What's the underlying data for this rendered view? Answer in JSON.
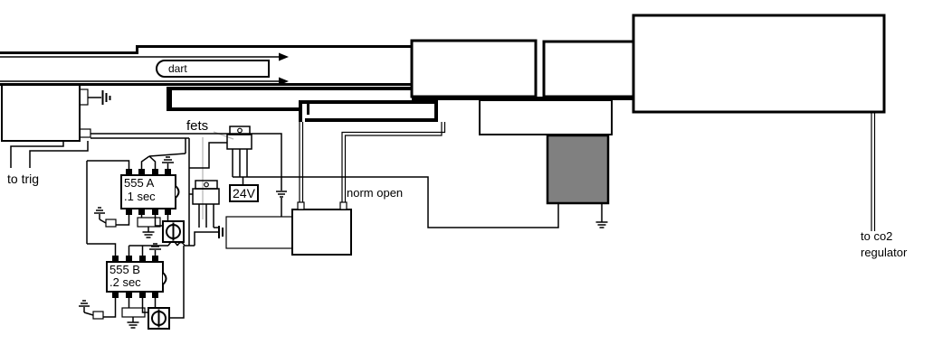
{
  "diagram": {
    "title_hint": "hand-drawn dart gun pneumatic/electronic schematic",
    "labels": {
      "dart": "dart",
      "to_trig": "to trig",
      "fets": "fets",
      "supply": "24V",
      "valve": "norm open",
      "co2_line1": "to co2",
      "co2_line2": "regulator"
    },
    "chips": [
      {
        "name": "555 A",
        "time": ".1 sec"
      },
      {
        "name": "555 B",
        "time": ".2 sec"
      }
    ],
    "components": [
      "barrel with dart and direction arrows",
      "trigger box (to trig)",
      "two TO-220 fets",
      "555 timer A (.1 sec)",
      "555 timer B (.2 sec)",
      "24V supply",
      "normally-open valve",
      "gray solenoid block",
      "co2 regulator line"
    ],
    "colors": {
      "ink": "#000000",
      "background": "#ffffff",
      "gray_box": "#808080",
      "leader_line": "#b8b8b8"
    }
  }
}
